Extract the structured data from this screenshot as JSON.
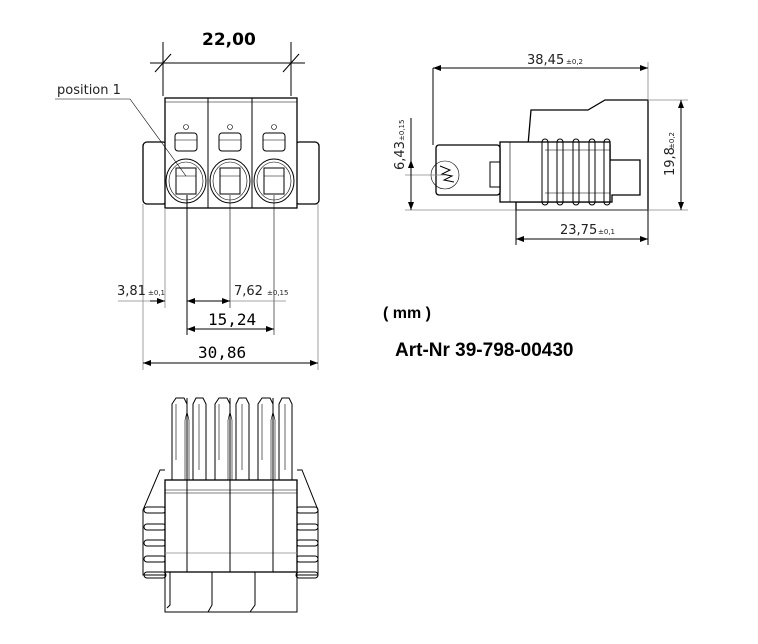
{
  "drawing": {
    "units_label": "( mm )",
    "article_number": "Art-Nr 39-798-00430",
    "front_view": {
      "callout": "position 1",
      "dim_width_top": "22,00",
      "dim_edge_to_pin": "3,81",
      "dim_edge_to_pin_tol": "±0,1",
      "dim_pitch": "7,62",
      "dim_pitch_tol": "±0,15",
      "dim_pin_span": "15,24",
      "dim_overall_width": "30,86"
    },
    "side_view": {
      "dim_length": "38,45",
      "dim_length_tol": "±0,2",
      "dim_height": "19,8",
      "dim_height_tol": "±0,2",
      "dim_pin_height": "6,43",
      "dim_pin_height_tol": "±0,15",
      "dim_body_length": "23,75",
      "dim_body_length_tol": "±0,1"
    }
  }
}
